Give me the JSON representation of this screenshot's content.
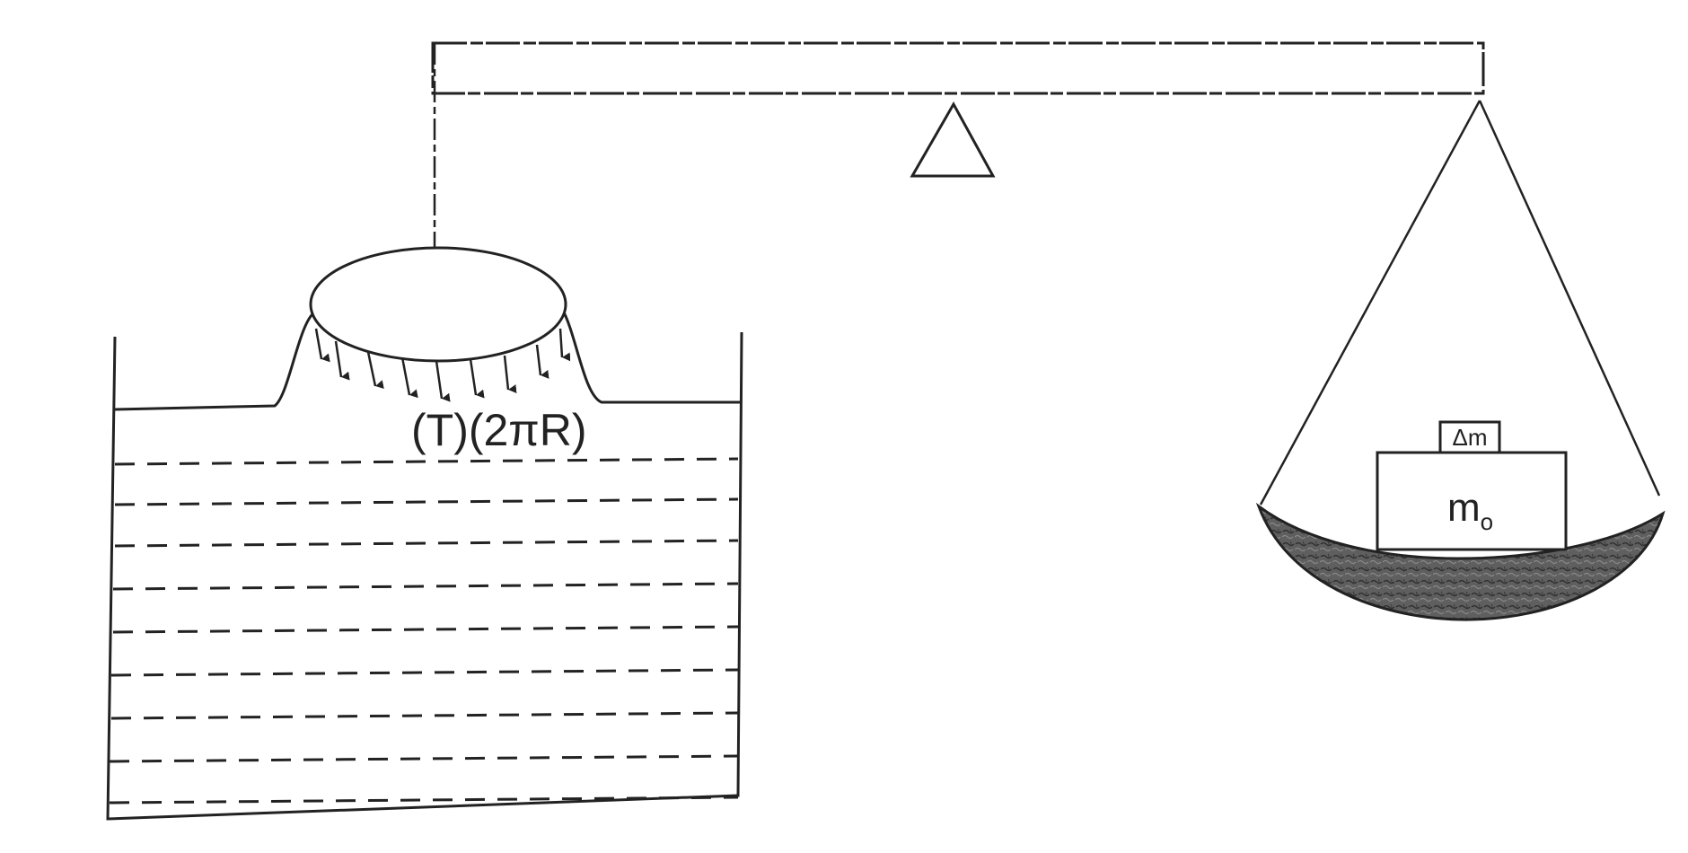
{
  "diagram": {
    "tension_label": "(T)(2πR)",
    "small_mass_label": "Δm",
    "mass_label_main": "m",
    "mass_label_sub": "o"
  },
  "colors": {
    "ink": "#222222",
    "pan_fill": "#5f5f5f",
    "paper": "#ffffff"
  }
}
